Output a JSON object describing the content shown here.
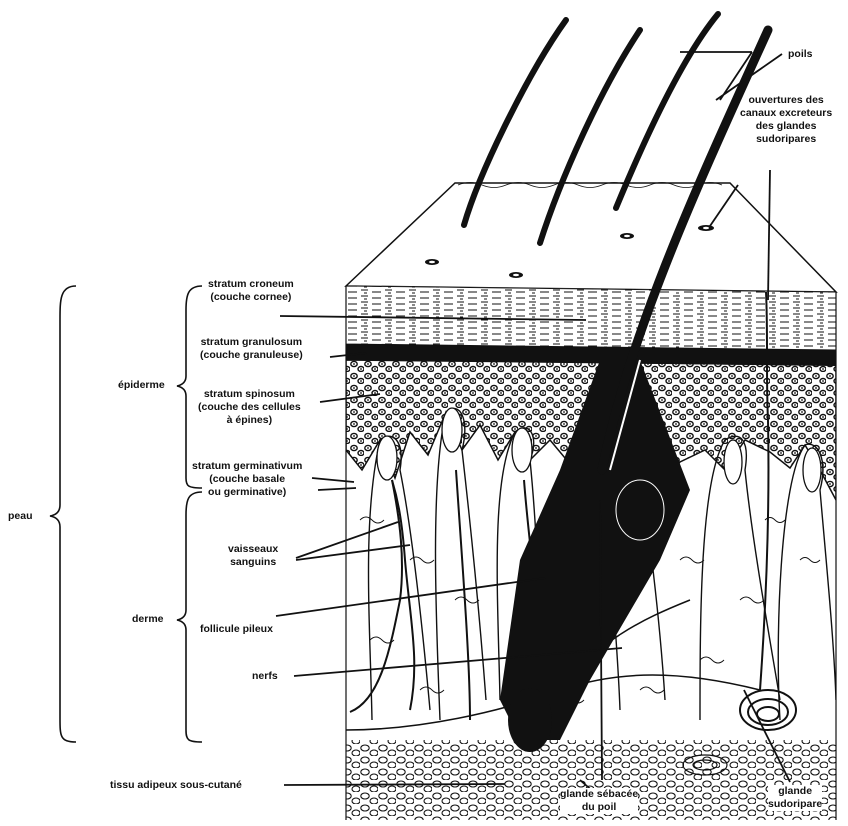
{
  "labels": {
    "poils": "poils",
    "ouvertures": [
      "ouvertures des",
      "canaux excreteurs",
      "des glandes",
      "sudoripares"
    ],
    "stratum_corneum": [
      "stratum croneum",
      "(couche cornee)"
    ],
    "stratum_granulosum": [
      "stratum granulosum",
      "(couche granuleuse)"
    ],
    "stratum_spinosum": [
      "stratum spinosum",
      "(couche des cellules",
      "à épines)"
    ],
    "stratum_germinativum": [
      "stratum germinativum",
      "(couche basale",
      "ou germinative)"
    ],
    "epiderme": "épiderme",
    "peau": "peau",
    "derme": "derme",
    "vaisseaux": [
      "vaisseaux",
      "sanguins"
    ],
    "follicule": "follicule pileux",
    "nerfs": "nerfs",
    "tissu": "tissu adipeux sous-cutané",
    "glande_sebacee": [
      "glande sébacée",
      "du poil"
    ],
    "glande_sudoripare": [
      "glande",
      "sudoripare"
    ]
  },
  "colors": {
    "ink": "#111111",
    "paper": "#ffffff"
  }
}
